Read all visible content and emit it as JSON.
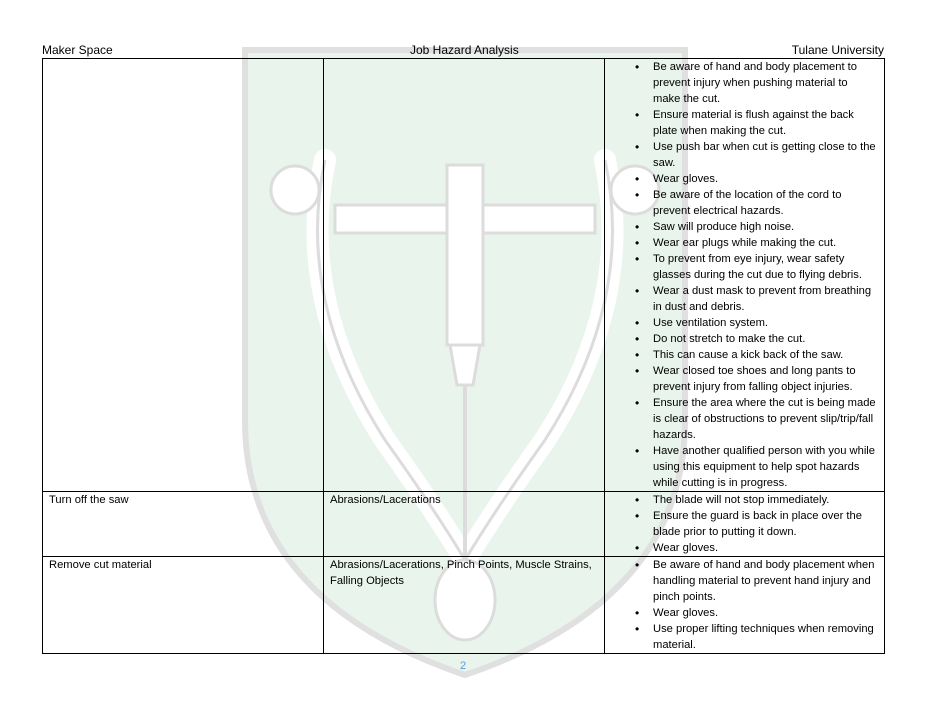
{
  "header": {
    "left": "Maker Space",
    "center": "Job Hazard Analysis",
    "right": "Tulane University"
  },
  "rows": [
    {
      "step": "",
      "hazards": "",
      "controls": [
        "Be aware of hand and body placement to prevent injury when pushing material to make the cut.",
        "Ensure material is flush against the back plate when making the cut.",
        "Use push bar when cut is getting close to the saw.",
        "Wear gloves.",
        "Be aware of the location of the cord to prevent electrical hazards.",
        "Saw will produce high noise.",
        "Wear ear plugs while making the cut.",
        "To prevent from eye injury, wear safety glasses during the cut due to flying debris.",
        "Wear a dust mask to prevent from breathing in dust and debris.",
        "Use ventilation system.",
        "Do not stretch to make the cut.",
        "This can cause a kick back of the saw.",
        "Wear closed toe shoes and long pants to prevent injury from falling object injuries.",
        "Ensure the area where the cut is being made is clear of obstructions to prevent slip/trip/fall hazards.",
        "Have another qualified person with you while using this equipment to help spot hazards while cutting is in progress."
      ]
    },
    {
      "step": "Turn off the saw",
      "hazards": "Abrasions/Lacerations",
      "controls": [
        "The blade will not stop immediately.",
        "Ensure the guard is back in place over the blade prior to putting it down.",
        "Wear gloves."
      ]
    },
    {
      "step": "Remove cut material",
      "hazards": "Abrasions/Lacerations, Pinch Points, Muscle Strains, Falling Objects",
      "controls": [
        "Be aware of hand and body placement when handling material to prevent hand injury and pinch points.",
        "Wear gloves.",
        "Use proper lifting techniques when removing material."
      ]
    }
  ],
  "page_number": "2",
  "colors": {
    "watermark": "#e6f2ea",
    "page_number": "#5b9bd5",
    "border": "#000000"
  }
}
